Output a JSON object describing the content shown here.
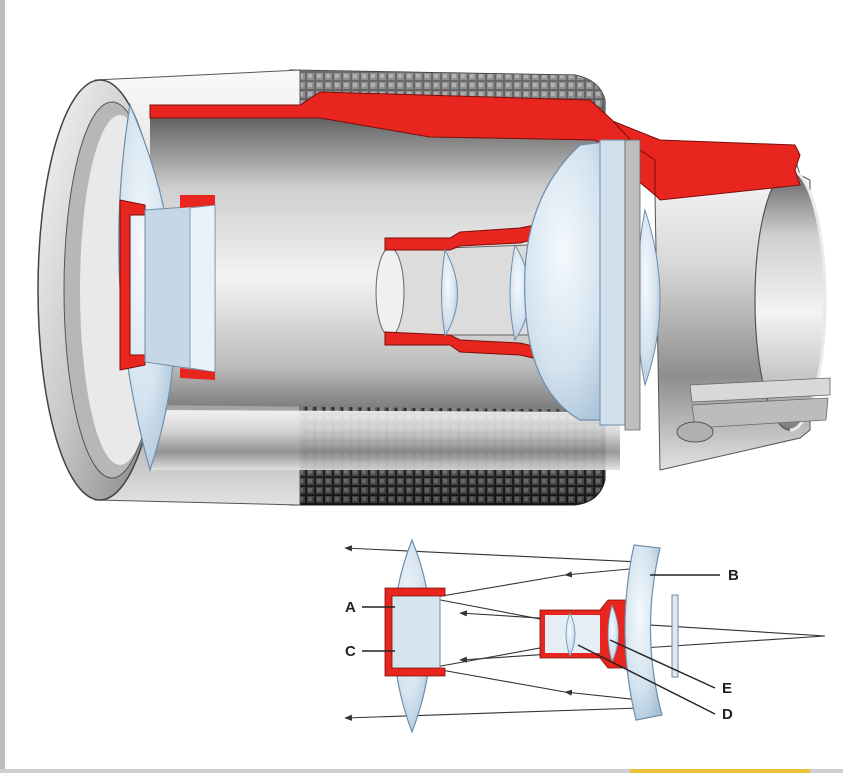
{
  "figure": {
    "callouts": [
      {
        "id": "A",
        "label": "A"
      },
      {
        "id": "B",
        "label": "B"
      },
      {
        "id": "C",
        "label": "C"
      },
      {
        "id": "D",
        "label": "D"
      },
      {
        "id": "E",
        "label": "E"
      }
    ],
    "colors": {
      "section_red": "#e8251e",
      "metal_light": "#f1f1f1",
      "metal_mid": "#c4c4c4",
      "metal_dark": "#6d6d6d",
      "glass": "#dce8f2",
      "glass_edge": "#7f9fbd",
      "knurl": "#2a2a2a",
      "ray": "#333333"
    }
  }
}
